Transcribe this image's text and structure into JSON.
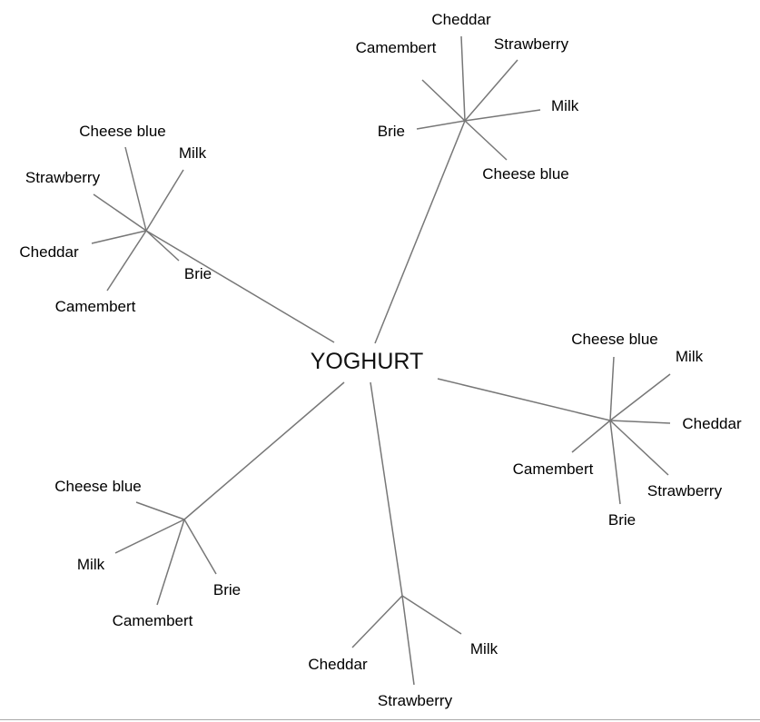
{
  "root": {
    "label": "YOGHURT"
  },
  "line_color": "#777777",
  "clusters": [
    {
      "id": "top",
      "leaves": [
        "Cheddar",
        "Camembert",
        "Strawberry",
        "Milk",
        "Brie",
        "Cheese blue"
      ]
    },
    {
      "id": "upper-left",
      "leaves": [
        "Cheese blue",
        "Milk",
        "Strawberry",
        "Cheddar",
        "Camembert",
        "Brie"
      ]
    },
    {
      "id": "right",
      "leaves": [
        "Cheese blue",
        "Milk",
        "Cheddar",
        "Camembert",
        "Strawberry",
        "Brie"
      ]
    },
    {
      "id": "lower-left",
      "leaves": [
        "Cheese blue",
        "Milk",
        "Camembert",
        "Brie"
      ]
    },
    {
      "id": "bottom",
      "leaves": [
        "Cheddar",
        "Milk",
        "Strawberry"
      ]
    }
  ]
}
